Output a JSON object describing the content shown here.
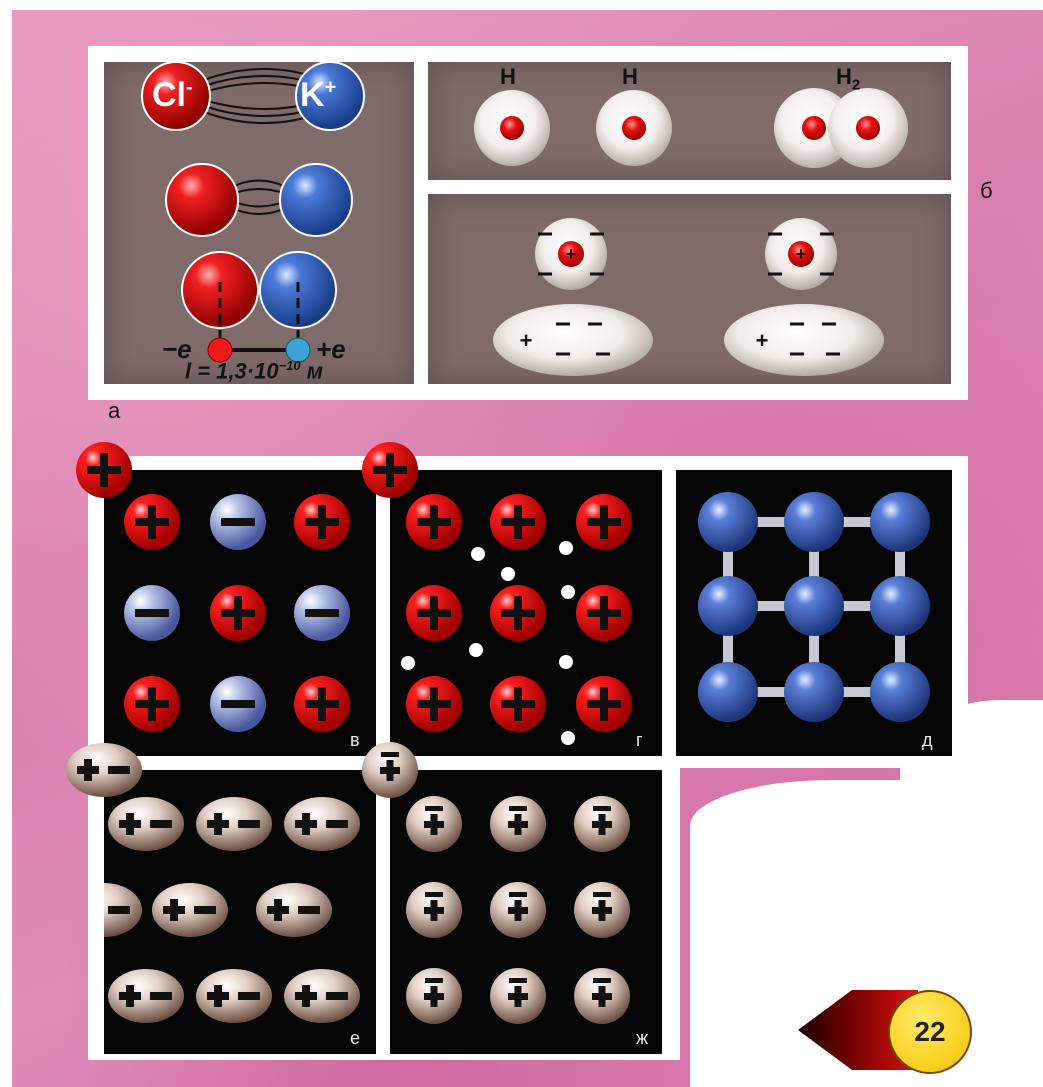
{
  "panel_labels": {
    "a": "а",
    "b": "б",
    "v": "в",
    "g": "г",
    "d": "д",
    "e": "е",
    "zh": "ж"
  },
  "ion_labels": {
    "chlorine": "Cl",
    "chlorine_charge": "-",
    "potassium": "K",
    "potassium_charge": "+"
  },
  "dipole_labels": {
    "minus_e": "−e",
    "plus_e": "+e",
    "distance": "l = 1,3·10",
    "distance_exp": "−10",
    "distance_unit": "м"
  },
  "hydrogen_labels": {
    "h1": "H",
    "h2": "H",
    "h2_molecule": "H",
    "h2_sub": "2"
  },
  "page_number": "22",
  "colors": {
    "red_ion": "#e01515",
    "blue_ion": "#3d6fd0",
    "panel_bg": "#7e6b6a",
    "page_bg": "#de8cb8"
  }
}
